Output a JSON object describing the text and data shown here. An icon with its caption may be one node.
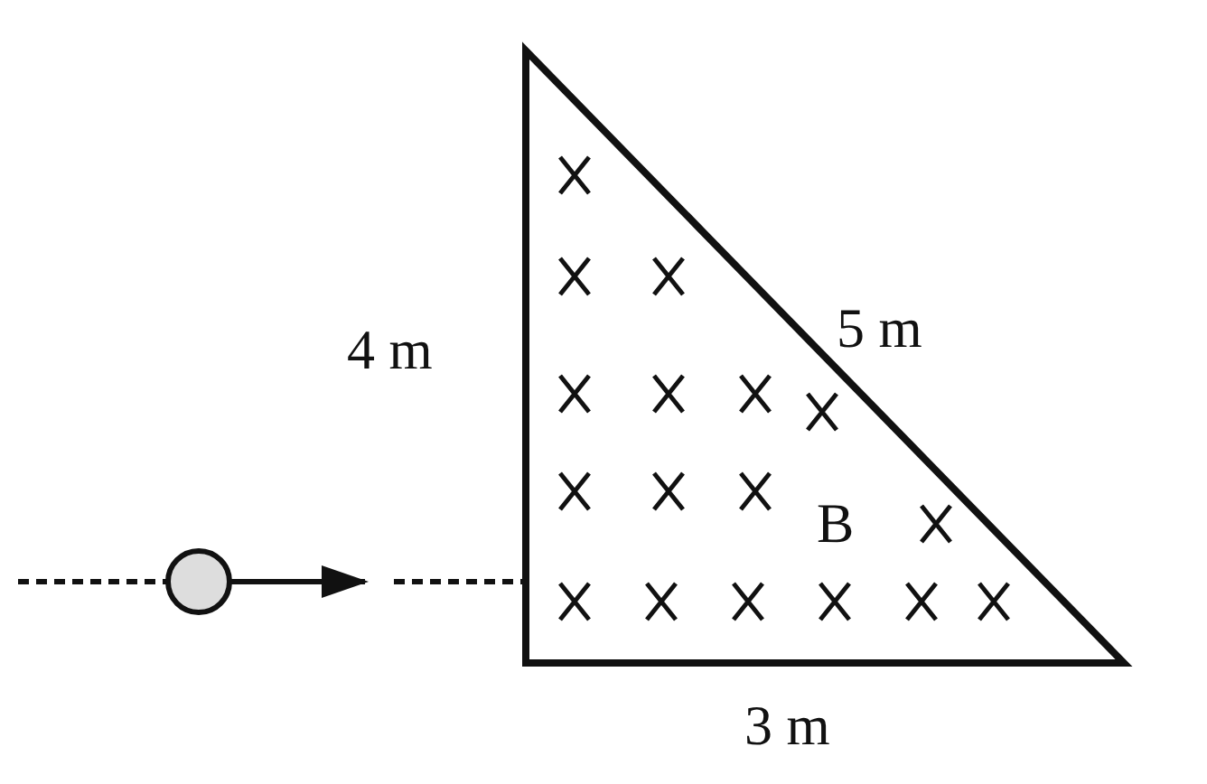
{
  "diagram": {
    "labels": [
      "4 m",
      "5 m",
      "B",
      "3 m"
    ]
  }
}
